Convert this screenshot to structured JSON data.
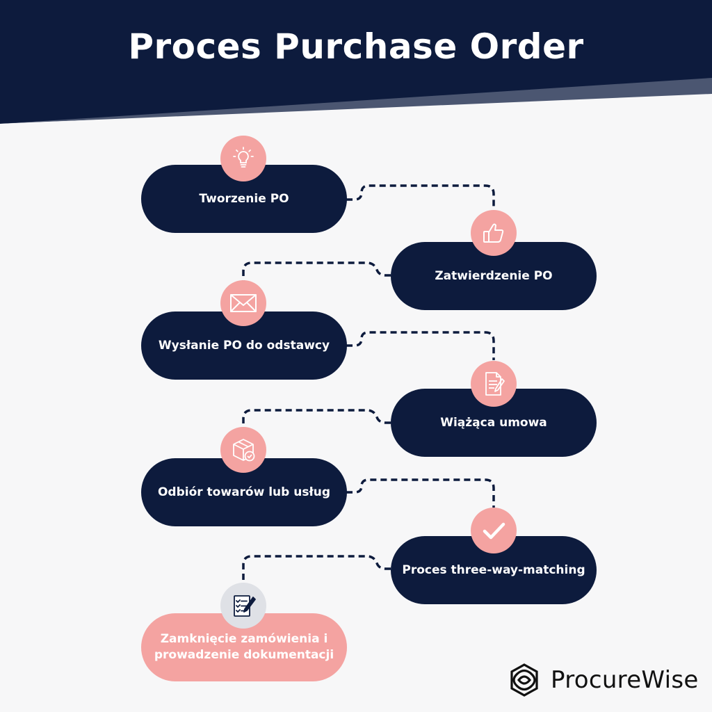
{
  "title": "Proces Purchase Order",
  "colors": {
    "navy": "#0d1b3d",
    "slate": "#4b5671",
    "pink": "#f4a3a1",
    "background": "#f7f7f8",
    "grey_badge": "#dfe1e6"
  },
  "steps": [
    {
      "label": "Tworzenie PO",
      "icon": "lightbulb-icon"
    },
    {
      "label": "Zatwierdzenie PO",
      "icon": "thumbs-up-icon"
    },
    {
      "label": "Wysłanie PO do odstawcy",
      "icon": "envelope-icon"
    },
    {
      "label": "Wiążąca umowa",
      "icon": "signed-document-icon"
    },
    {
      "label": "Odbiór towarów lub usług",
      "icon": "package-check-icon"
    },
    {
      "label": "Proces three-way-matching",
      "icon": "checkmark-icon"
    },
    {
      "label": "Zamknięcie zamówienia i\nprowadzenie dokumentacji",
      "icon": "checklist-pen-icon"
    }
  ],
  "brand": {
    "name": "ProcureWise",
    "icon": "procurewise-logo-icon"
  }
}
